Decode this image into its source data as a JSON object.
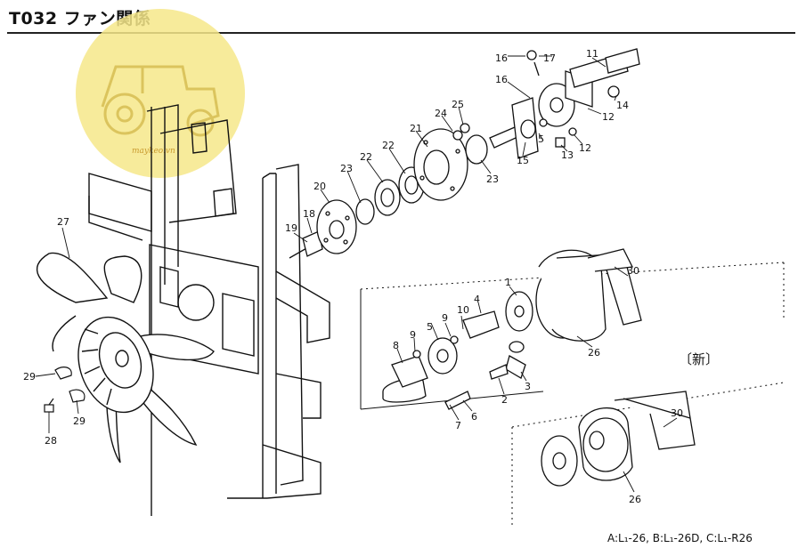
{
  "header": {
    "title": "T032 ファン関係"
  },
  "watermark": {
    "text": "maykeo.vn",
    "color": "#f5e27a"
  },
  "variant_label": "〔新〕",
  "footer": {
    "text": "A:L₁-26, B:L₁-26D, C:L₁-R26"
  },
  "callouts": [
    {
      "id": "c1",
      "text": "1"
    },
    {
      "id": "c2",
      "text": "2"
    },
    {
      "id": "c3",
      "text": "3"
    },
    {
      "id": "c4",
      "text": "4"
    },
    {
      "id": "c5a",
      "text": "5"
    },
    {
      "id": "c5b",
      "text": "5"
    },
    {
      "id": "c6",
      "text": "6"
    },
    {
      "id": "c7",
      "text": "7"
    },
    {
      "id": "c8",
      "text": "8"
    },
    {
      "id": "c9a",
      "text": "9"
    },
    {
      "id": "c9b",
      "text": "9"
    },
    {
      "id": "c10",
      "text": "10"
    },
    {
      "id": "c11",
      "text": "11"
    },
    {
      "id": "c12a",
      "text": "12"
    },
    {
      "id": "c12b",
      "text": "12"
    },
    {
      "id": "c13",
      "text": "13"
    },
    {
      "id": "c14",
      "text": "14"
    },
    {
      "id": "c15",
      "text": "15"
    },
    {
      "id": "c16a",
      "text": "16"
    },
    {
      "id": "c16b",
      "text": "16"
    },
    {
      "id": "c17",
      "text": "17"
    },
    {
      "id": "c18",
      "text": "18"
    },
    {
      "id": "c19",
      "text": "19"
    },
    {
      "id": "c20",
      "text": "20"
    },
    {
      "id": "c21",
      "text": "21"
    },
    {
      "id": "c22a",
      "text": "22"
    },
    {
      "id": "c22b",
      "text": "22"
    },
    {
      "id": "c23a",
      "text": "23"
    },
    {
      "id": "c23b",
      "text": "23"
    },
    {
      "id": "c24",
      "text": "24"
    },
    {
      "id": "c25",
      "text": "25"
    },
    {
      "id": "c26a",
      "text": "26"
    },
    {
      "id": "c26b",
      "text": "26"
    },
    {
      "id": "c27",
      "text": "27"
    },
    {
      "id": "c28",
      "text": "28"
    },
    {
      "id": "c29a",
      "text": "29"
    },
    {
      "id": "c29b",
      "text": "29"
    },
    {
      "id": "c30a",
      "text": "30"
    },
    {
      "id": "c30b",
      "text": "30"
    }
  ]
}
